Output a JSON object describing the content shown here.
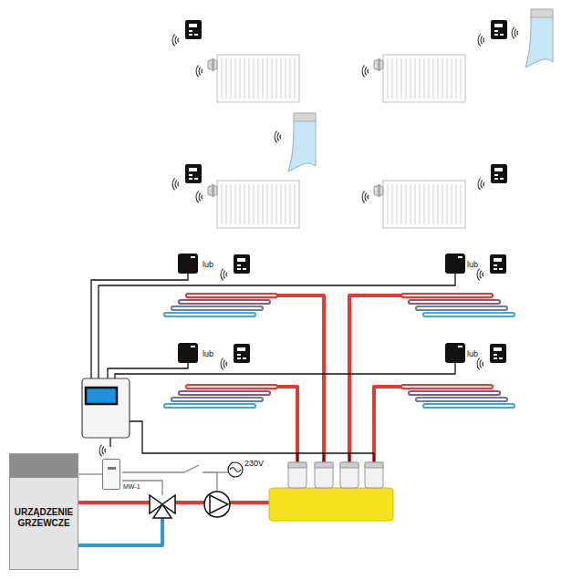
{
  "diagram": {
    "nodes": [
      {
        "text": [
          "URZĄDZENIE GRZEWCZE"
        ]
      },
      {
        "text": [
          "MW-1"
        ]
      }
    ],
    "edges": [
      {
        "from": 0,
        "to": 1,
        "arrow": "none"
      }
    ],
    "labels": [
      "lub",
      "lub",
      "lub",
      "lub",
      "230V"
    ]
  }
}
